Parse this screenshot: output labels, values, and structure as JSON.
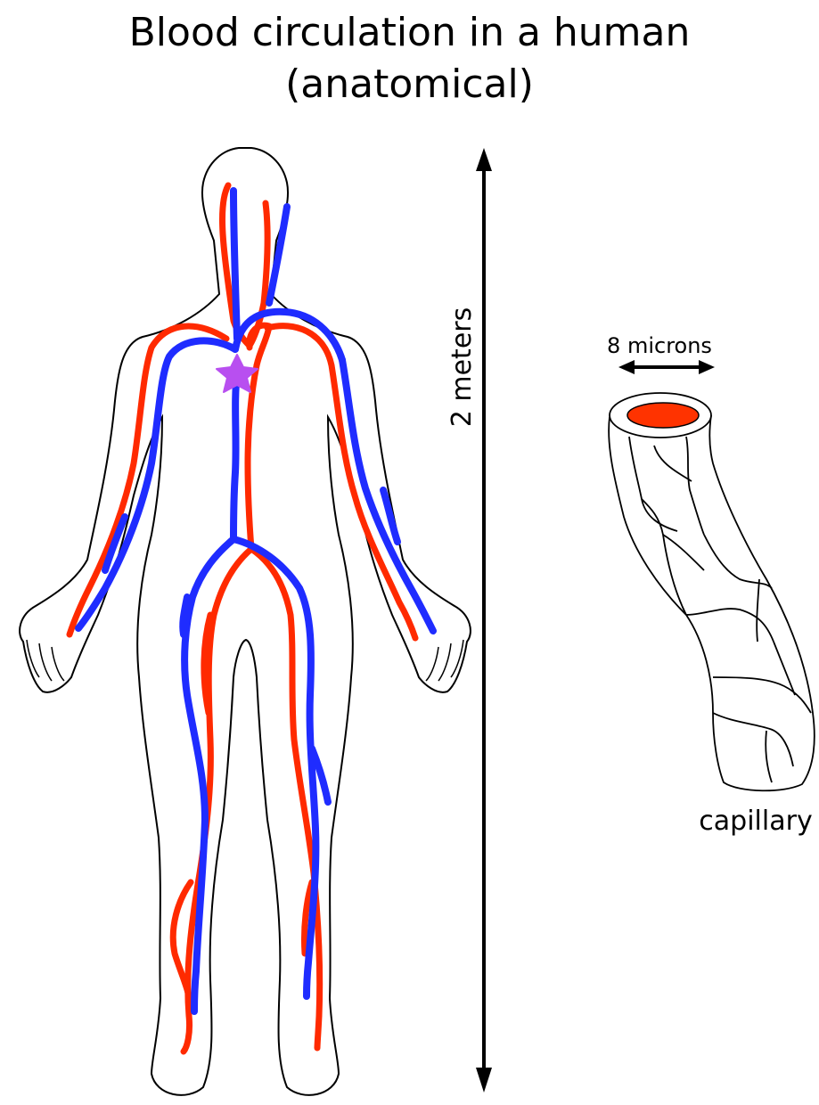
{
  "title": {
    "line1": "Blood circulation in a human",
    "line2": "(anatomical)"
  },
  "scale_label": "2 meters",
  "capillary": {
    "width_label": "8 microns",
    "label": "capillary"
  },
  "colors": {
    "artery": "#ff2a00",
    "vein": "#1f2cff",
    "heart": "#b84ff0",
    "outline": "#000000",
    "lumen": "#ff3300"
  }
}
